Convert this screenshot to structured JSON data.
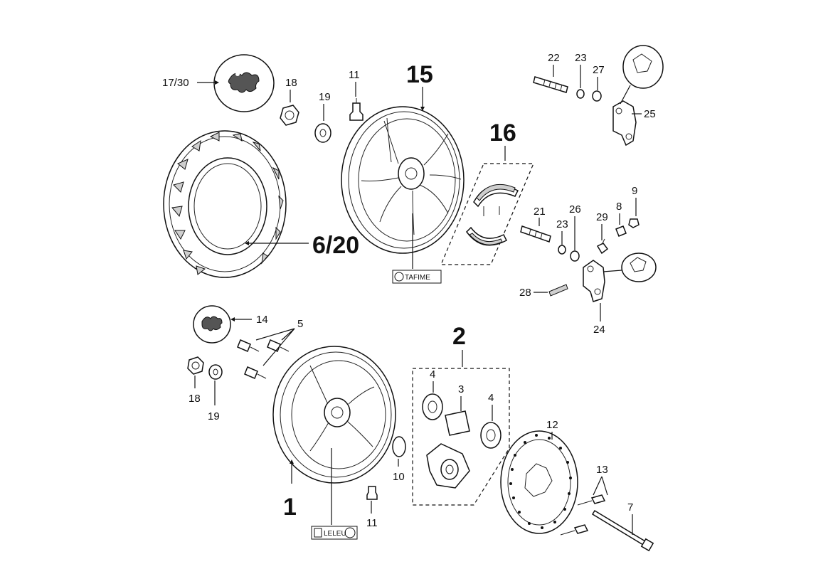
{
  "labels": {
    "l_17_30": "17/30",
    "l_18a": "18",
    "l_19a": "19",
    "l_11a": "11",
    "l_15": "15",
    "l_16": "16",
    "l_22": "22",
    "l_23a": "23",
    "l_27": "27",
    "l_25": "25",
    "l_9": "9",
    "l_8": "8",
    "l_29": "29",
    "l_26": "26",
    "l_21": "21",
    "l_23b": "23",
    "l_6_20": "6/20",
    "l_28": "28",
    "l_24": "24",
    "l_14": "14",
    "l_5": "5",
    "l_18b": "18",
    "l_19b": "19",
    "l_2": "2",
    "l_4a": "4",
    "l_3": "3",
    "l_4b": "4",
    "l_12": "12",
    "l_13": "13",
    "l_10": "10",
    "l_1": "1",
    "l_11b": "11",
    "l_7": "7"
  },
  "tags": {
    "tafime": "TAFIME",
    "leleu": "LELEU"
  }
}
